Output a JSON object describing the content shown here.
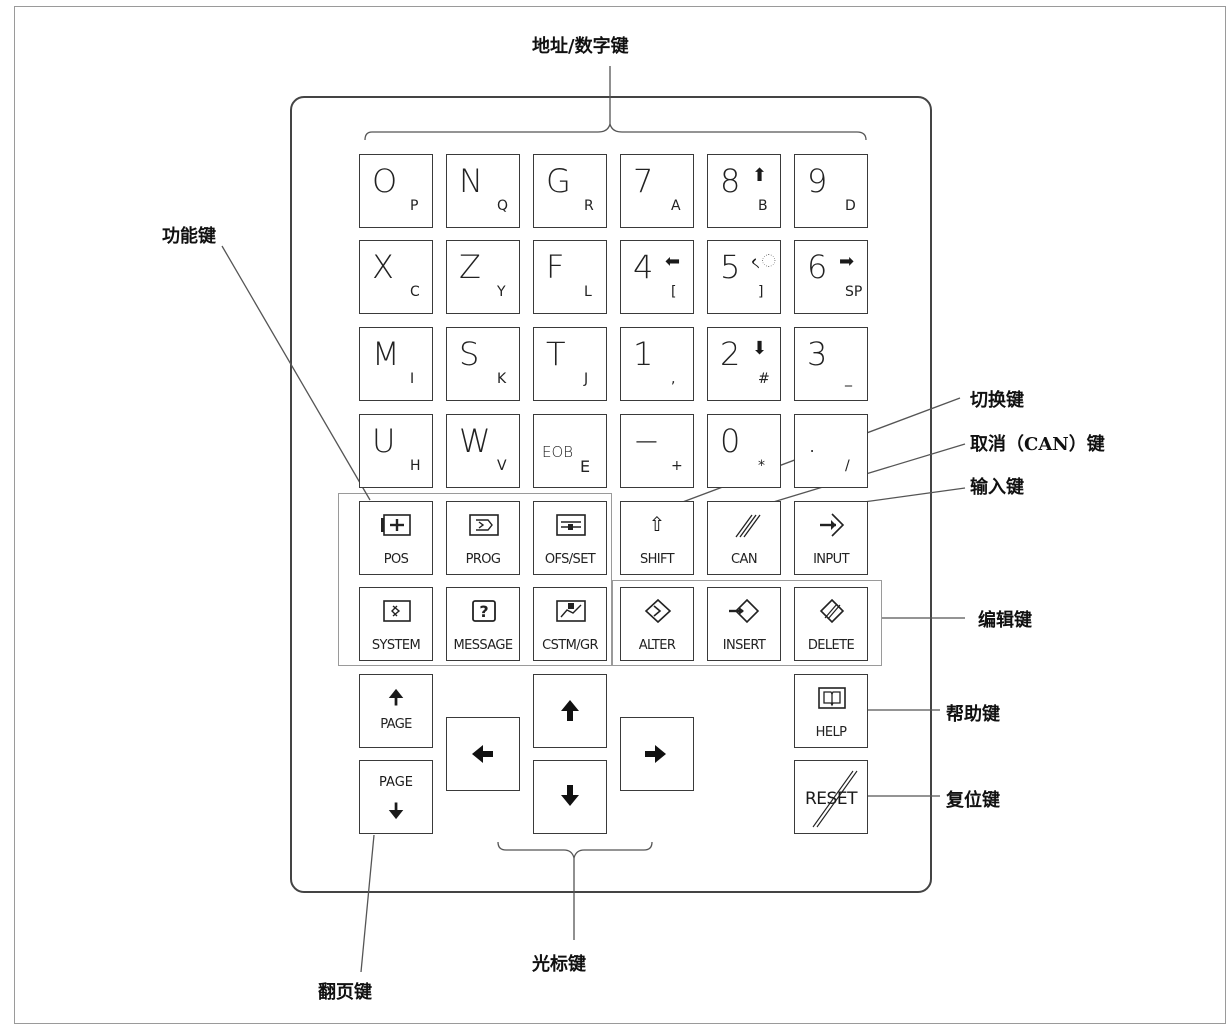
{
  "labels": {
    "address_numeric": "地址/数字键",
    "function": "功能键",
    "shift": "切换键",
    "cancel": "取消（CAN）键",
    "input": "输入键",
    "edit": "编辑键",
    "help": "帮助键",
    "reset": "复位键",
    "page": "翻页键",
    "cursor": "光标键"
  },
  "address_keys": [
    [
      "O",
      "P"
    ],
    [
      "N",
      "Q"
    ],
    [
      "G",
      "R"
    ],
    [
      "7",
      "A"
    ],
    [
      "8",
      "B"
    ],
    [
      "9",
      "D"
    ],
    [
      "X",
      "C"
    ],
    [
      "Z",
      "Y"
    ],
    [
      "F",
      "L"
    ],
    [
      "4",
      "["
    ],
    [
      "5",
      "]"
    ],
    [
      "6",
      "SP"
    ],
    [
      "M",
      "I"
    ],
    [
      "S",
      "K"
    ],
    [
      "T",
      "J"
    ],
    [
      "1",
      ","
    ],
    [
      "2",
      "#"
    ],
    [
      "3",
      "_"
    ],
    [
      "U",
      "H"
    ],
    [
      "W",
      "V"
    ],
    [
      "EOB",
      "E"
    ],
    [
      "−",
      "+"
    ],
    [
      "0",
      "*"
    ],
    [
      ".",
      "/"
    ]
  ],
  "function_keys": {
    "pos": "POS",
    "prog": "PROG",
    "ofs_set": "OFS/SET",
    "system": "SYSTEM",
    "message": "MESSAGE",
    "cstm_gr": "CSTM/GR"
  },
  "control_keys": {
    "shift": "SHIFT",
    "can": "CAN",
    "input": "INPUT",
    "alter": "ALTER",
    "insert": "INSERT",
    "delete": "DELETE",
    "help": "HELP",
    "reset": "RESET"
  },
  "page_keys": {
    "up": "PAGE",
    "down": "PAGE"
  },
  "icons": {
    "shift": "up-outline-arrow-icon",
    "can": "double-slash-icon",
    "input": "input-arrow-icon",
    "cursor": [
      "up-arrow-icon",
      "down-arrow-icon",
      "left-arrow-icon",
      "right-arrow-icon"
    ]
  }
}
